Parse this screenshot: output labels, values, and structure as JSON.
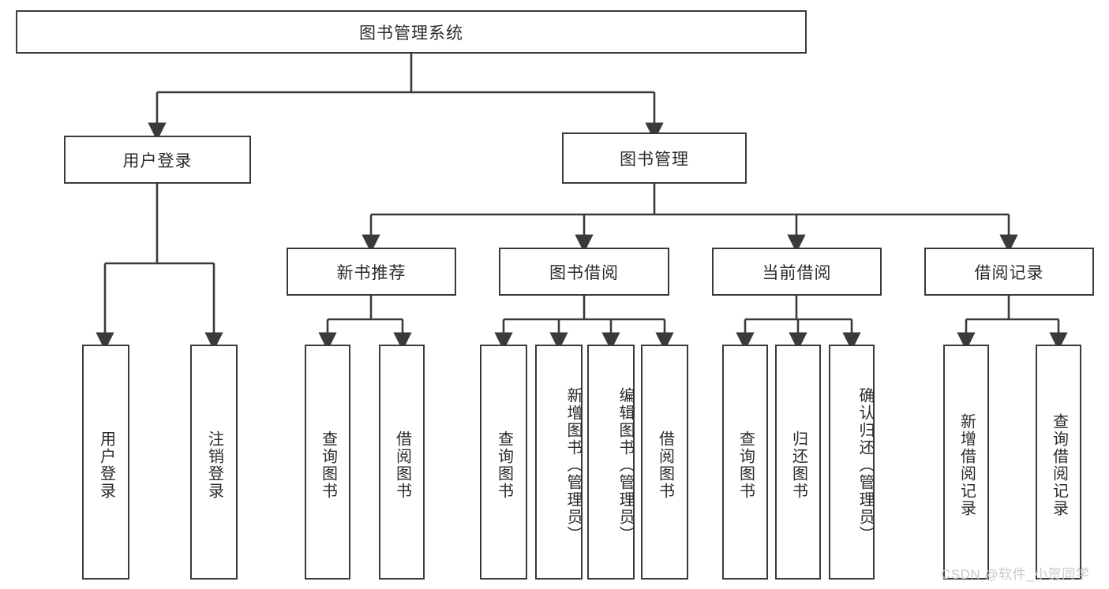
{
  "diagram": {
    "type": "tree",
    "title": "图书管理系统",
    "root": {
      "label": "图书管理系统"
    },
    "level2": [
      {
        "label": "用户登录"
      },
      {
        "label": "图书管理"
      }
    ],
    "level3": [
      {
        "label": "新书推荐"
      },
      {
        "label": "图书借阅"
      },
      {
        "label": "当前借阅"
      },
      {
        "label": "借阅记录"
      }
    ],
    "leaves": {
      "user_login": [
        "用户登录",
        "注销登录"
      ],
      "new_book": [
        "查询图书",
        "借阅图书"
      ],
      "book_borrow": [
        "查询图书",
        "新增图书（管理员）",
        "编辑图书（管理员）",
        "借阅图书"
      ],
      "current_borrow": [
        "查询图书",
        "归还图书",
        "确认归还（管理员）"
      ],
      "borrow_record": [
        "新增借阅记录",
        "查询借阅记录"
      ]
    }
  },
  "watermark": {
    "text": "CSDN @软件_小贺同学"
  },
  "colors": {
    "stroke": "#3a3a3a",
    "fill": "#ffffff",
    "text": "#2b2b2b",
    "watermark": "#c9c9c9"
  }
}
